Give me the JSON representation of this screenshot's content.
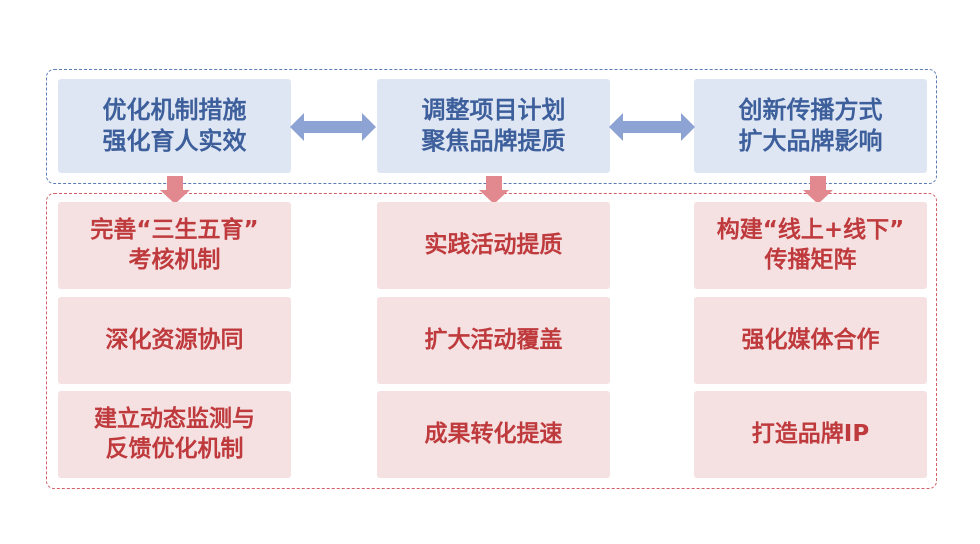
{
  "columns": [
    {
      "header": "优化机制措施\n强化育人实效",
      "items": [
        "完善“三生五育”\n考核机制",
        "深化资源协同",
        "建立动态监测与\n反馈优化机制"
      ]
    },
    {
      "header": "调整项目计划\n聚焦品牌提质",
      "items": [
        "实践活动提质",
        "扩大活动覆盖",
        "成果转化提速"
      ]
    },
    {
      "header": "创新传播方式\n扩大品牌影响",
      "items": [
        "构建“线上+线下”\n传播矩阵",
        "强化媒体合作",
        "打造品牌IP"
      ]
    }
  ],
  "colors": {
    "header_fill": "#dfe6f3",
    "header_text": "#3d5f9c",
    "header_border": "#5b7bb5",
    "item_fill": "#f5e1e2",
    "item_text": "#bf3a3d",
    "item_border": "#d25f67",
    "h_arrow": "#8da3d3",
    "down_arrow": "#e2898f"
  }
}
